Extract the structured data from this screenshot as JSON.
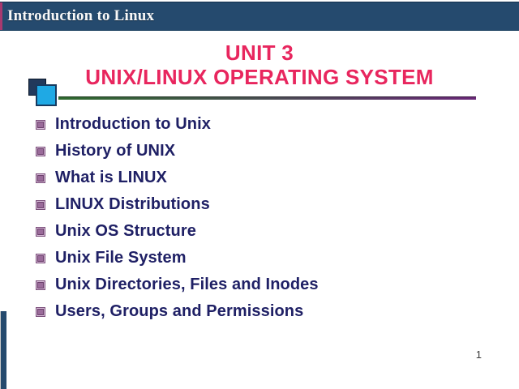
{
  "header": {
    "title": "Introduction to Linux"
  },
  "slide": {
    "title_line1": "UNIT 3",
    "title_line2": "UNIX/LINUX OPERATING SYSTEM",
    "bullets": [
      "Introduction to Unix",
      "History of UNIX",
      "What is LINUX",
      "LINUX Distributions",
      "Unix OS Structure",
      "Unix File System",
      "Unix Directories, Files and Inodes",
      "Users, Groups and Permissions"
    ],
    "page_number": "1"
  },
  "colors": {
    "header_bg": "#254a6e",
    "accent_stripe": "#a8396f",
    "title_pink": "#e8265e",
    "bullet_text_navy": "#1f2065",
    "bullet_icon_purple": "#9a6b9a",
    "square_dark_navy": "#22395b",
    "square_light_blue": "#1fa9e4",
    "divider_green": "#2f6b2f",
    "divider_purple": "#6a2878"
  }
}
